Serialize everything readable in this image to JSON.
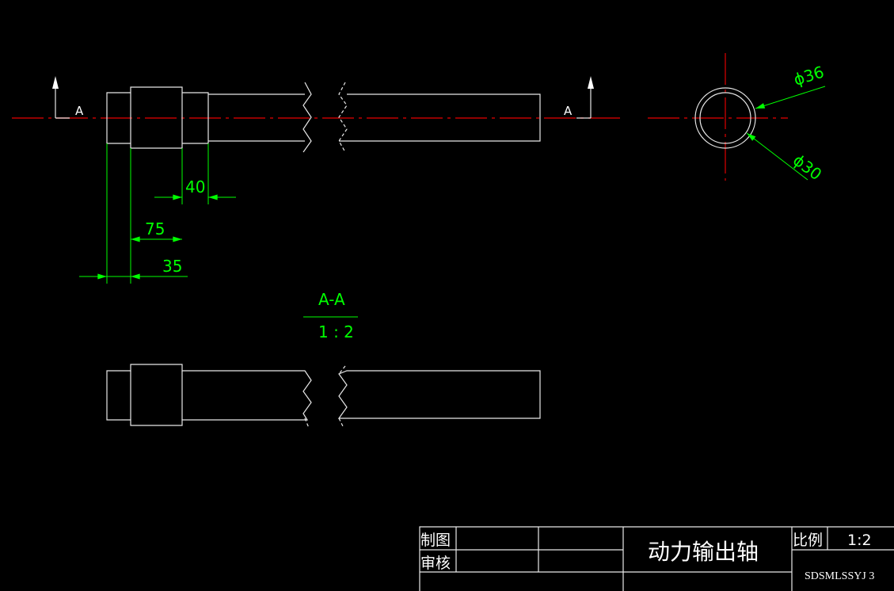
{
  "section_marks": {
    "left": "A",
    "right": "A"
  },
  "dimensions": {
    "d40": "40",
    "d75": "75",
    "d35": "35",
    "dia36": "ϕ36",
    "dia30": "ϕ30"
  },
  "section_view": {
    "title": "A-A",
    "scale": "1 : 2"
  },
  "title_block": {
    "drawn_label": "制图",
    "checked_label": "审核",
    "part_name": "动力输出轴",
    "scale_label": "比例",
    "scale_value": "1:2",
    "drawing_number": "SDSMLSSYJ 3"
  },
  "colors": {
    "background": "#000000",
    "outline": "#e8e8e8",
    "centerline": "#c00000",
    "dimension": "#00ff00"
  }
}
